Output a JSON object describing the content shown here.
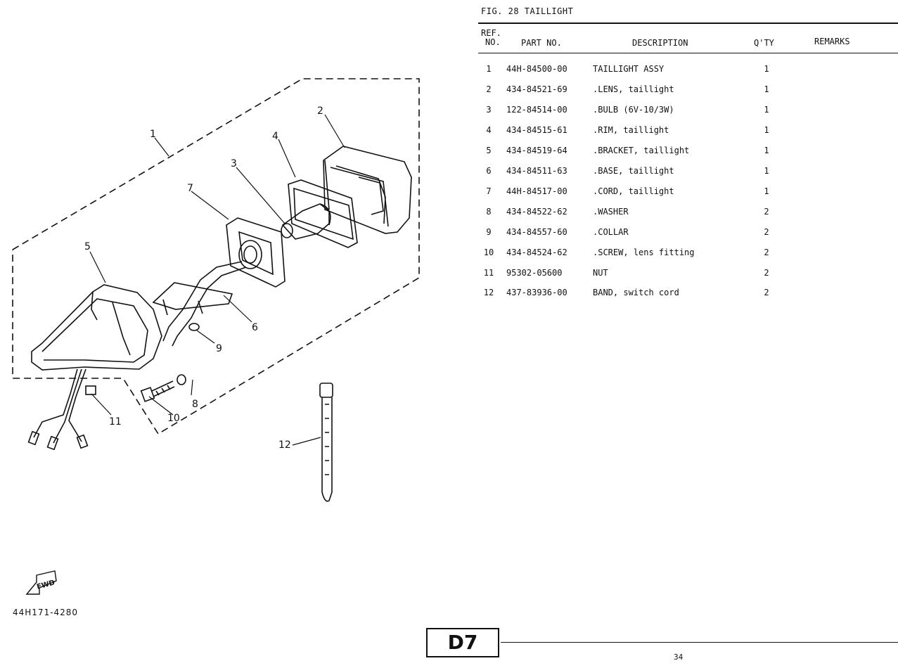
{
  "figure_title": "FIG. 28  TAILLIGHT",
  "table": {
    "headers": {
      "ref_line1": "REF.",
      "ref_line2": "NO.",
      "part": "PART NO.",
      "desc": "DESCRIPTION",
      "qty": "Q'TY",
      "remarks": "REMARKS"
    },
    "rows": [
      {
        "ref": "1",
        "part": "44H-84500-00",
        "desc": "TAILLIGHT ASSY",
        "qty": "1"
      },
      {
        "ref": "2",
        "part": "434-84521-69",
        "desc": ".LENS, taillight",
        "qty": "1"
      },
      {
        "ref": "3",
        "part": "122-84514-00",
        "desc": ".BULB (6V-10/3W)",
        "qty": "1"
      },
      {
        "ref": "4",
        "part": "434-84515-61",
        "desc": ".RIM, taillight",
        "qty": "1"
      },
      {
        "ref": "5",
        "part": "434-84519-64",
        "desc": ".BRACKET, taillight",
        "qty": "1"
      },
      {
        "ref": "6",
        "part": "434-84511-63",
        "desc": ".BASE, taillight",
        "qty": "1"
      },
      {
        "ref": "7",
        "part": "44H-84517-00",
        "desc": ".CORD, taillight",
        "qty": "1"
      },
      {
        "ref": "8",
        "part": "434-84522-62",
        "desc": ".WASHER",
        "qty": "2"
      },
      {
        "ref": "9",
        "part": "434-84557-60",
        "desc": ".COLLAR",
        "qty": "2"
      },
      {
        "ref": "10",
        "part": "434-84524-62",
        "desc": ".SCREW, lens fitting",
        "qty": "2"
      },
      {
        "ref": "11",
        "part": "95302-05600",
        "desc": "NUT",
        "qty": "2"
      },
      {
        "ref": "12",
        "part": "437-83936-00",
        "desc": "BAND, switch cord",
        "qty": "2"
      }
    ]
  },
  "diagram": {
    "callouts": [
      "1",
      "2",
      "3",
      "4",
      "5",
      "6",
      "7",
      "8",
      "9",
      "10",
      "11",
      "12"
    ],
    "fwd_label": "FWD"
  },
  "figure_code": "44H171-4280",
  "section_code": "D7",
  "page_number": "34"
}
